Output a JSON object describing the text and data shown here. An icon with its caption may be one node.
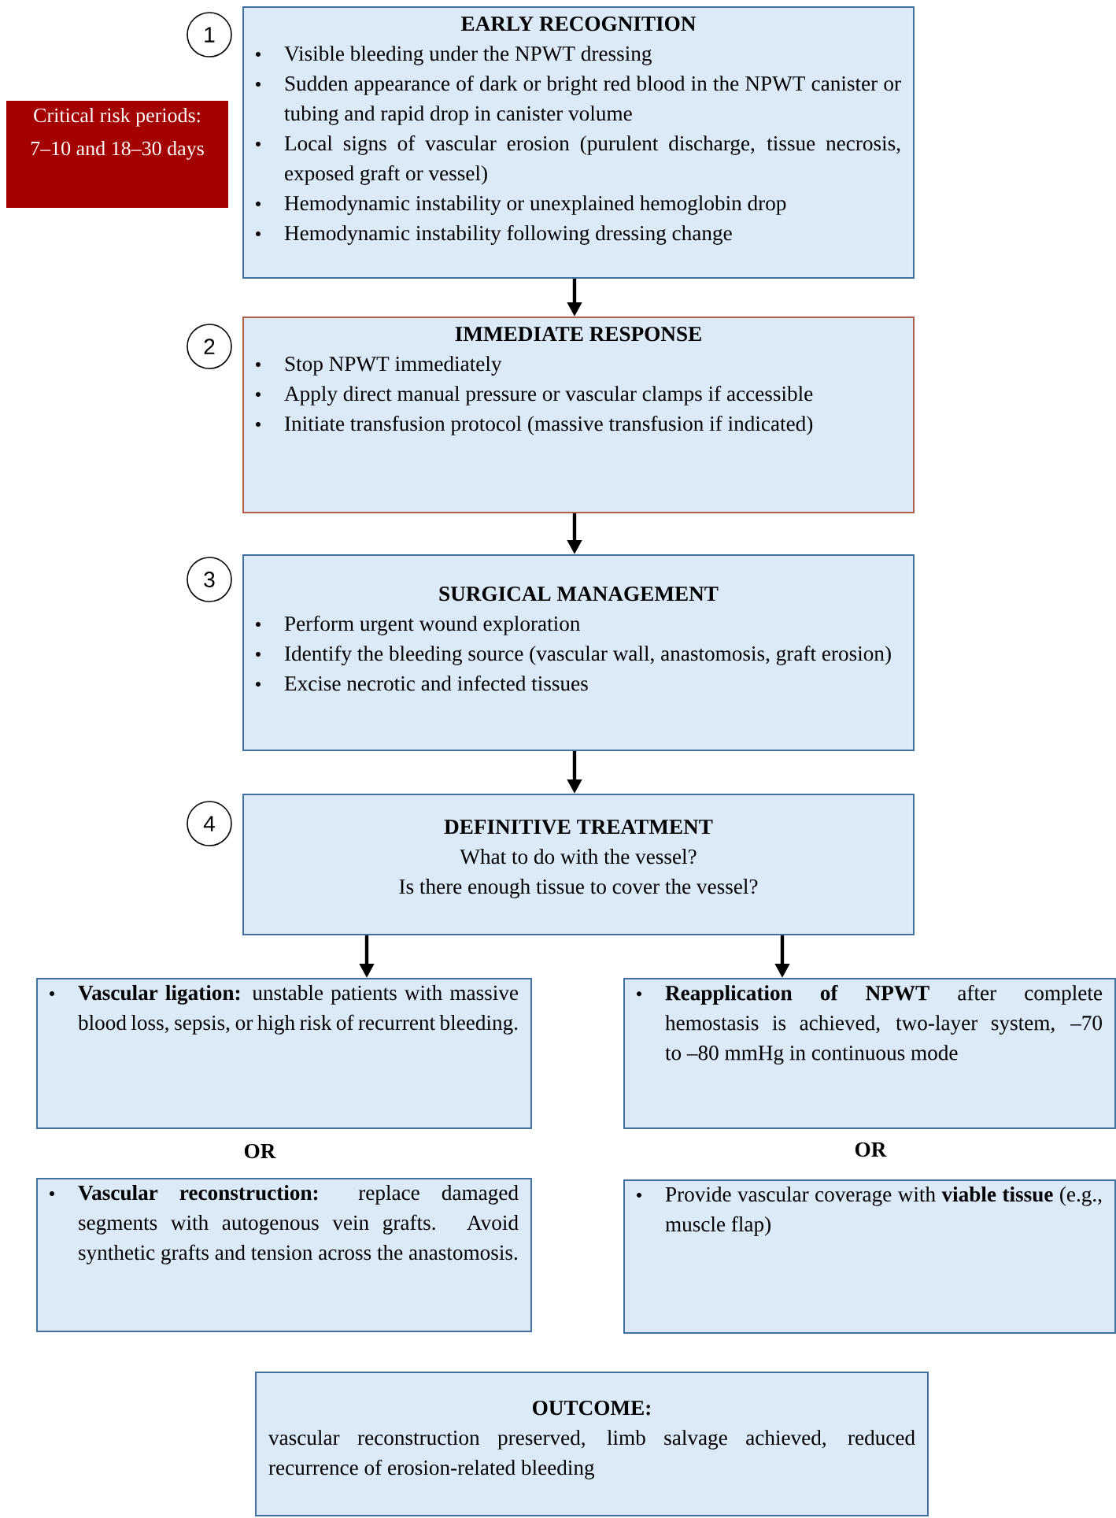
{
  "diagram": {
    "nodes": [
      {
        "text": [
          "Critical risk periods: 7–10 and 18–30 days"
        ]
      },
      {
        "text": [
          "1"
        ]
      },
      {
        "text": [
          "EARLY RECOGNITION",
          "Visible bleeding under the NPWT dressing",
          "Sudden appearance of dark or bright red blood in the NPWT canister or tubing and rapid drop in canister volume",
          "Local signs of vascular erosion (purulent discharge, tissue necrosis, exposed graft or vessel)",
          "Hemodynamic instability or unexplained hemoglobin drop",
          "Hemodynamic instability following dressing change"
        ]
      },
      {
        "text": [
          "2"
        ]
      },
      {
        "text": [
          "IMMEDIATE RESPONSE",
          "Stop NPWT immediately",
          "Apply direct manual pressure or vascular clamps if accessible",
          "Initiate transfusion protocol (massive transfusion if indicated)"
        ]
      },
      {
        "text": [
          "3"
        ]
      },
      {
        "text": [
          "SURGICAL MANAGEMENT",
          "Perform urgent wound exploration",
          "Identify the bleeding source (vascular wall, anastomosis, graft erosion)",
          "Excise necrotic and infected tissues"
        ]
      },
      {
        "text": [
          "4"
        ]
      },
      {
        "text": [
          "DEFINITIVE TREATMENT",
          "What to do with the vessel?",
          "Is there enough tissue to cover the vessel?"
        ]
      },
      {
        "text": [
          "**Vascular ligation:** unstable patients with massive blood loss, sepsis, or high risk of recurrent bleeding."
        ]
      },
      {
        "text": [
          "**Reapplication of NPWT** after complete hemostasis is achieved, two-layer system, –70 to –80 mmHg in continuous mode"
        ]
      },
      {
        "text": [
          "**Vascular reconstruction:** replace damaged segments with autogenous vein grafts. Avoid synthetic grafts and tension across the anastomosis."
        ]
      },
      {
        "text": [
          "Provide vascular coverage with **viable tissue** (e.g., muscle flap)"
        ]
      },
      {
        "text": [
          "OUTCOME:",
          "vascular reconstruction preserved, limb salvage achieved, reduced recurrence of erosion-related bleeding"
        ]
      }
    ],
    "edges": [
      {
        "from": 2,
        "to": 4,
        "arrow": "to"
      },
      {
        "from": 4,
        "to": 6,
        "arrow": "to"
      },
      {
        "from": 6,
        "to": 8,
        "arrow": "to"
      },
      {
        "from": 8,
        "to": 9,
        "arrow": "to"
      },
      {
        "from": 8,
        "to": 10,
        "arrow": "to"
      }
    ],
    "labels": [
      "OR",
      "OR"
    ]
  }
}
